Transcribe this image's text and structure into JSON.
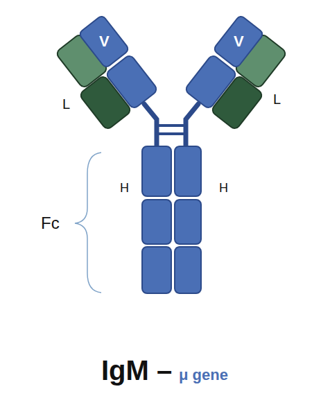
{
  "diagram": {
    "nodes": [
      {
        "text": [
          "V"
        ]
      },
      {
        "text": [
          "V"
        ]
      }
    ],
    "labels": [
      "L",
      "L",
      "H",
      "H",
      "Fc",
      "IgM –",
      "μ gene"
    ]
  }
}
